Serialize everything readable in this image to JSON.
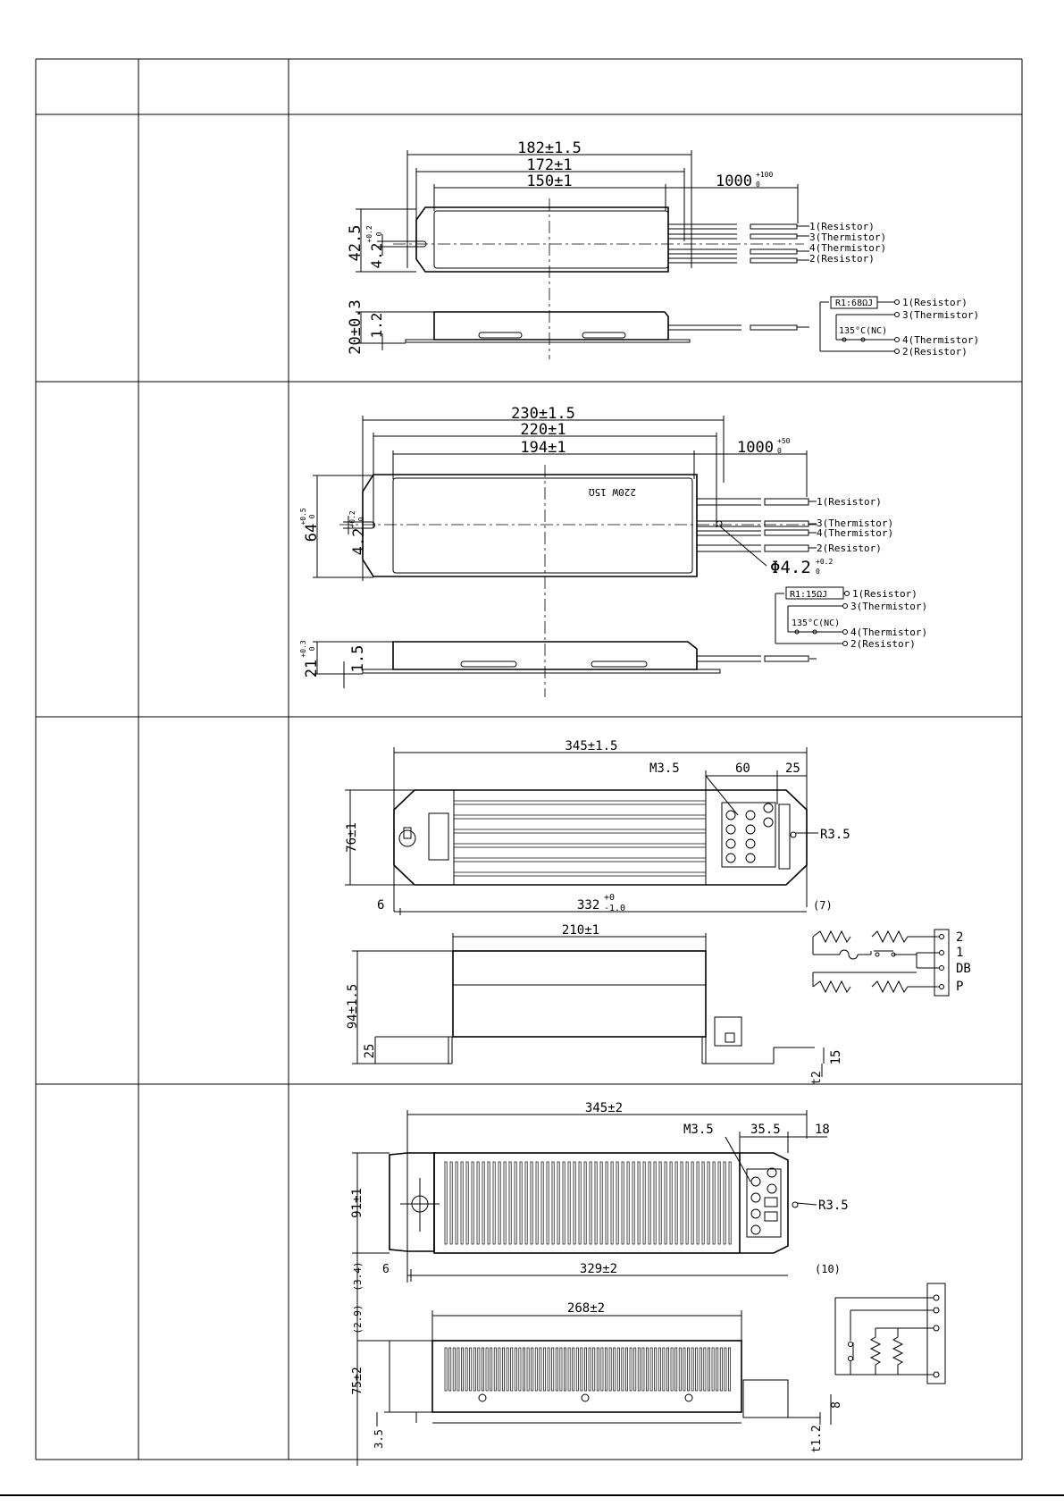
{
  "rows": [
    {
      "dims": {
        "overall_length": "182±1.5",
        "mount_pitch": "172±1",
        "body_length": "150±1",
        "lead_length": "1000",
        "lead_tol_upper": "+100",
        "lead_tol_lower": "0",
        "height": "42.5",
        "slot_width": "4.2",
        "slot_tol_upper": "+0.2",
        "slot_tol_lower": "0",
        "thickness": "20±0.3",
        "plate": "1.2"
      },
      "leads": [
        "1(Resistor)",
        "3(Thermistor)",
        "4(Thermistor)",
        "2(Resistor)"
      ],
      "schematic": {
        "resistor_label": "R1:68ΩJ",
        "thermostat_label": "135°C(NC)",
        "terminals": [
          "1(Resistor)",
          "3(Thermistor)",
          "4(Thermistor)",
          "2(Resistor)"
        ]
      }
    },
    {
      "dims": {
        "overall_length": "230±1.5",
        "mount_pitch": "220±1",
        "body_length": "194±1",
        "lead_length": "1000",
        "lead_tol_upper": "+50",
        "lead_tol_lower": "0",
        "height": "64",
        "height_tol_upper": "+0.5",
        "height_tol_lower": "0",
        "slot_width": "4.2",
        "slot_tol_upper": "+0.2",
        "slot_tol_lower": "0",
        "hole": "Φ4.2",
        "hole_tol_upper": "+0.2",
        "hole_tol_lower": "0",
        "thickness": "21",
        "thickness_tol_upper": "+0.3",
        "thickness_tol_lower": "0",
        "plate": "1.5",
        "body_marking": "220W 15Ω"
      },
      "leads": [
        "1(Resistor)",
        "3(Thermistor)",
        "4(Thermistor)",
        "2(Resistor)"
      ],
      "schematic": {
        "resistor_label": "R1:15ΩJ",
        "thermostat_label": "135°C(NC)",
        "terminals": [
          "1(Resistor)",
          "3(Thermistor)",
          "4(Thermistor)",
          "2(Resistor)"
        ]
      }
    },
    {
      "dims": {
        "overall_length": "345±1.5",
        "screw": "M3.5",
        "terminal_span": "60",
        "end_span": "25",
        "height": "76±1",
        "radius": "R3.5",
        "left_offset": "6",
        "pitch": "332",
        "pitch_tol_upper": "+0",
        "pitch_tol_lower": "-1.0",
        "right_offset": "(7)",
        "body_length": "210±1",
        "depth": "94±1.5",
        "foot": "25",
        "terminal_height": "15",
        "plate": "t2"
      },
      "terminals": [
        "2",
        "1",
        "DB",
        "P"
      ]
    },
    {
      "dims": {
        "overall_length": "345±2",
        "screw": "M3.5",
        "terminal_span": "35.5",
        "end_span": "18",
        "height": "91±1",
        "radius": "R3.5",
        "left_offset": "6",
        "pitch": "329±2",
        "right_offset": "(10)",
        "gap_a": "(3.4)",
        "gap_b": "(2.9)",
        "body_length": "268±2",
        "depth": "75±2",
        "foot": "3.5",
        "plate": "t1.2",
        "terminal_height": "8"
      }
    }
  ]
}
